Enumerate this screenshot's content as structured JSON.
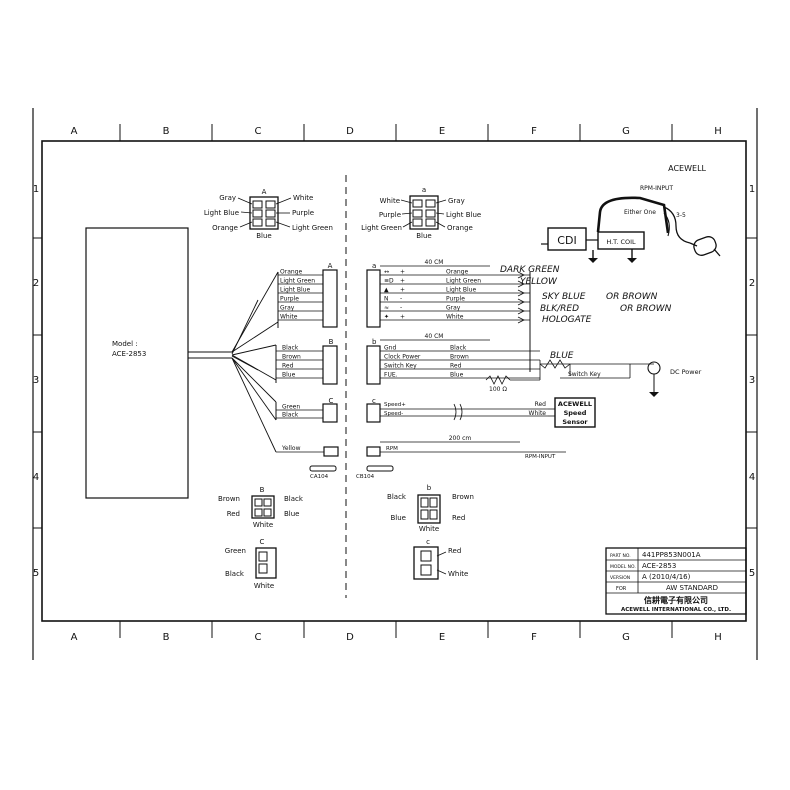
{
  "colors": {
    "ink": "#111111",
    "paper": "#ffffff"
  },
  "grid": {
    "cols": [
      "A",
      "B",
      "C",
      "D",
      "E",
      "F",
      "G",
      "H"
    ],
    "rows": [
      "1",
      "2",
      "3",
      "4",
      "5"
    ]
  },
  "brand": "ACEWELL",
  "model_box": {
    "line1": "Model :",
    "line2": "ACE-2853"
  },
  "top_connector_left": {
    "letter": "A",
    "left": [
      "Gray",
      "Light Blue",
      "Orange"
    ],
    "right": [
      "White",
      "Purple",
      "Light Green"
    ],
    "bottom": "Blue"
  },
  "top_connector_right": {
    "letter": "a",
    "left": [
      "White",
      "Purple",
      "Light Green"
    ],
    "right": [
      "Gray",
      "Light Blue",
      "Orange"
    ],
    "bottom": "Blue"
  },
  "harness_left": {
    "A": {
      "letter": "A",
      "wires": [
        "Orange",
        "Light Green",
        "Light Blue",
        "Purple",
        "Gray",
        "White"
      ]
    },
    "B": {
      "letter": "B",
      "wires": [
        "Black",
        "Brown",
        "Red",
        "Blue"
      ]
    },
    "C": {
      "letter": "C",
      "wires": [
        "Green",
        "Black"
      ]
    },
    "yellow": "Yellow",
    "ca104": "CA104"
  },
  "harness_right": {
    "a": {
      "letter": "a",
      "length": "40 CM",
      "symbols": [
        "↔",
        "≡D",
        "▲",
        "N",
        "≈",
        "✦"
      ],
      "signs": [
        "+",
        "+",
        "+",
        "-",
        "-",
        "+"
      ],
      "wires": [
        "Orange",
        "Light Green",
        "Light Blue",
        "Purple",
        "Gray",
        "White"
      ]
    },
    "b": {
      "letter": "b",
      "length": "40 CM",
      "functions": [
        "Gnd",
        "Clock Power",
        "Switch Key",
        "FUE."
      ],
      "wires": [
        "Black",
        "Brown",
        "Red",
        "Blue"
      ],
      "resistor": "100 Ω"
    },
    "c": {
      "letter": "c",
      "functions": [
        "Speed+",
        "Speed-"
      ],
      "wires": [
        "Red",
        "White"
      ]
    },
    "rpm": {
      "length": "200 cm",
      "label": "RPM",
      "out": "RPM-INPUT"
    },
    "cb104": "CB104"
  },
  "speed_sensor": [
    "ACEWELL",
    "Speed",
    "Sensor"
  ],
  "ignition": {
    "rpm_input": "RPM-INPUT",
    "either_one": "Either One",
    "turns": "3-5",
    "cdi": "CDI",
    "coil": "H.T. COIL",
    "dc_power": "DC Power",
    "switch_key": "Switch Key"
  },
  "handwritten": [
    "DARK GREEN",
    "YELLOW",
    "SKY BLUE",
    "OR BROWN",
    "BLK/RED",
    "OR BROWN",
    "HOLOGATE",
    "BLUE"
  ],
  "bottom_connectors": {
    "B_left": {
      "letter": "B",
      "left": [
        "Brown",
        "Red"
      ],
      "right": [
        "Black",
        "Blue"
      ],
      "bottom": "White"
    },
    "C_left": {
      "letter": "C",
      "left": [
        "Green",
        "Black"
      ],
      "bottom": "White"
    },
    "b_right": {
      "letter": "b",
      "left": [
        "Black",
        "Blue"
      ],
      "right": [
        "Brown",
        "Red"
      ],
      "bottom": "White"
    },
    "c_right": {
      "letter": "c",
      "right": [
        "Red",
        "White"
      ]
    }
  },
  "title_block": {
    "rows": [
      {
        "label": "PART NO.",
        "value": "441PP853N001A"
      },
      {
        "label": "MODEL NO.",
        "value": "ACE-2853"
      },
      {
        "label": "VERSION",
        "value": "A (2010/4/16)"
      },
      {
        "label": "FOR",
        "value": "AW STANDARD"
      }
    ],
    "company_cn": "信耕電子有限公司",
    "company_en": "ACEWELL INTERNATIONAL CO., LTD."
  }
}
